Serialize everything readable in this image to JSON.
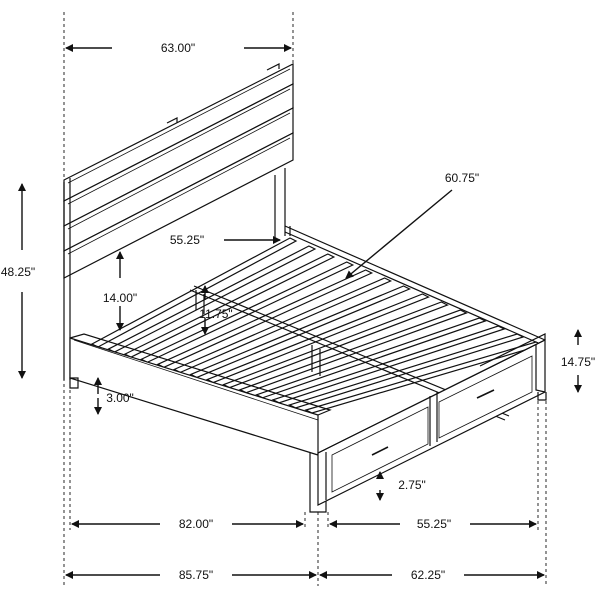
{
  "dimensions": {
    "headboard_width": "63.00\"",
    "overall_height": "48.25\"",
    "rail_clearance": "55.25\"",
    "diagonal": "60.75\"",
    "headboard_panel_height": "14.00\"",
    "slat_gap": "11.75\"",
    "leg_height": "3.00\"",
    "footboard_height": "14.75\"",
    "drawer_height": "2.75\"",
    "side_rail_length": "82.00\"",
    "drawer_width": "55.25\"",
    "overall_length": "85.75\"",
    "overall_width": "62.25\""
  }
}
